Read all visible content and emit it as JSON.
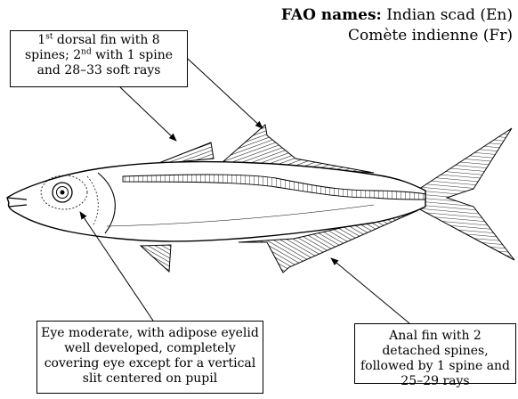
{
  "header": {
    "label": "FAO names:",
    "name_en": "Indian scad (En)",
    "name_fr": "Comète indienne (Fr)"
  },
  "callouts": {
    "dorsal": {
      "part1": "1",
      "sup1": "st",
      "part2": " dorsal fin with 8 spines; 2",
      "sup2": "nd",
      "part3": " with 1 spine and 28–33 soft rays"
    },
    "eye": "Eye moderate, with adipose eyelid well developed, completely covering eye except for a vertical slit centered on pupil",
    "anal": "Anal fin with 2 detached spines, followed by 1 spine and 25–29 rays"
  }
}
